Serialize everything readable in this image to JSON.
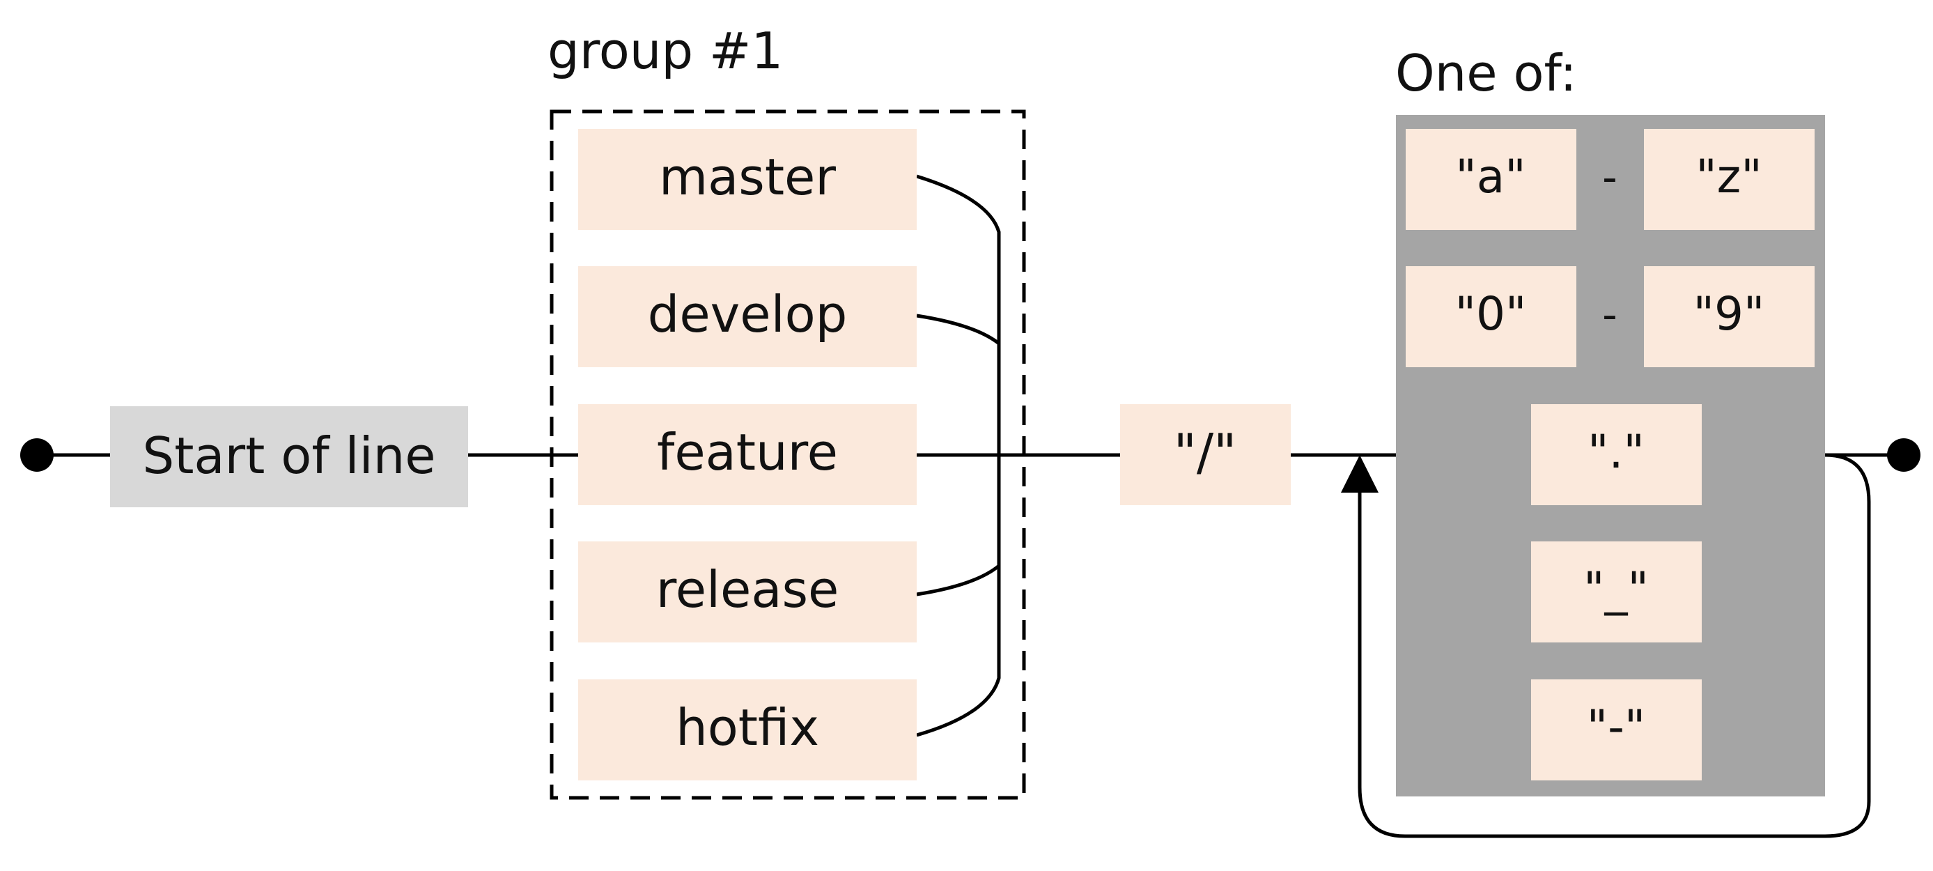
{
  "diagram": {
    "start_anchor": {
      "label": "Start of line"
    },
    "group": {
      "label": "group #1",
      "alternatives": [
        {
          "label": "master"
        },
        {
          "label": "develop"
        },
        {
          "label": "feature"
        },
        {
          "label": "release"
        },
        {
          "label": "hotfix"
        }
      ]
    },
    "slash_literal": {
      "label": "\"/\""
    },
    "one_of": {
      "label": "One of:",
      "ranges": [
        {
          "from": "\"a\"",
          "sep": "-",
          "to": "\"z\""
        },
        {
          "from": "\"0\"",
          "sep": "-",
          "to": "\"9\""
        }
      ],
      "literals": [
        {
          "label": "\".\""
        },
        {
          "label": "\"_\""
        },
        {
          "label": "\"-\""
        }
      ]
    }
  },
  "colors": {
    "literal_fill": "#fbe9dc",
    "anchor_fill": "#d8d8d8",
    "charset_fill": "#a5a5a5",
    "stroke": "#000000"
  }
}
